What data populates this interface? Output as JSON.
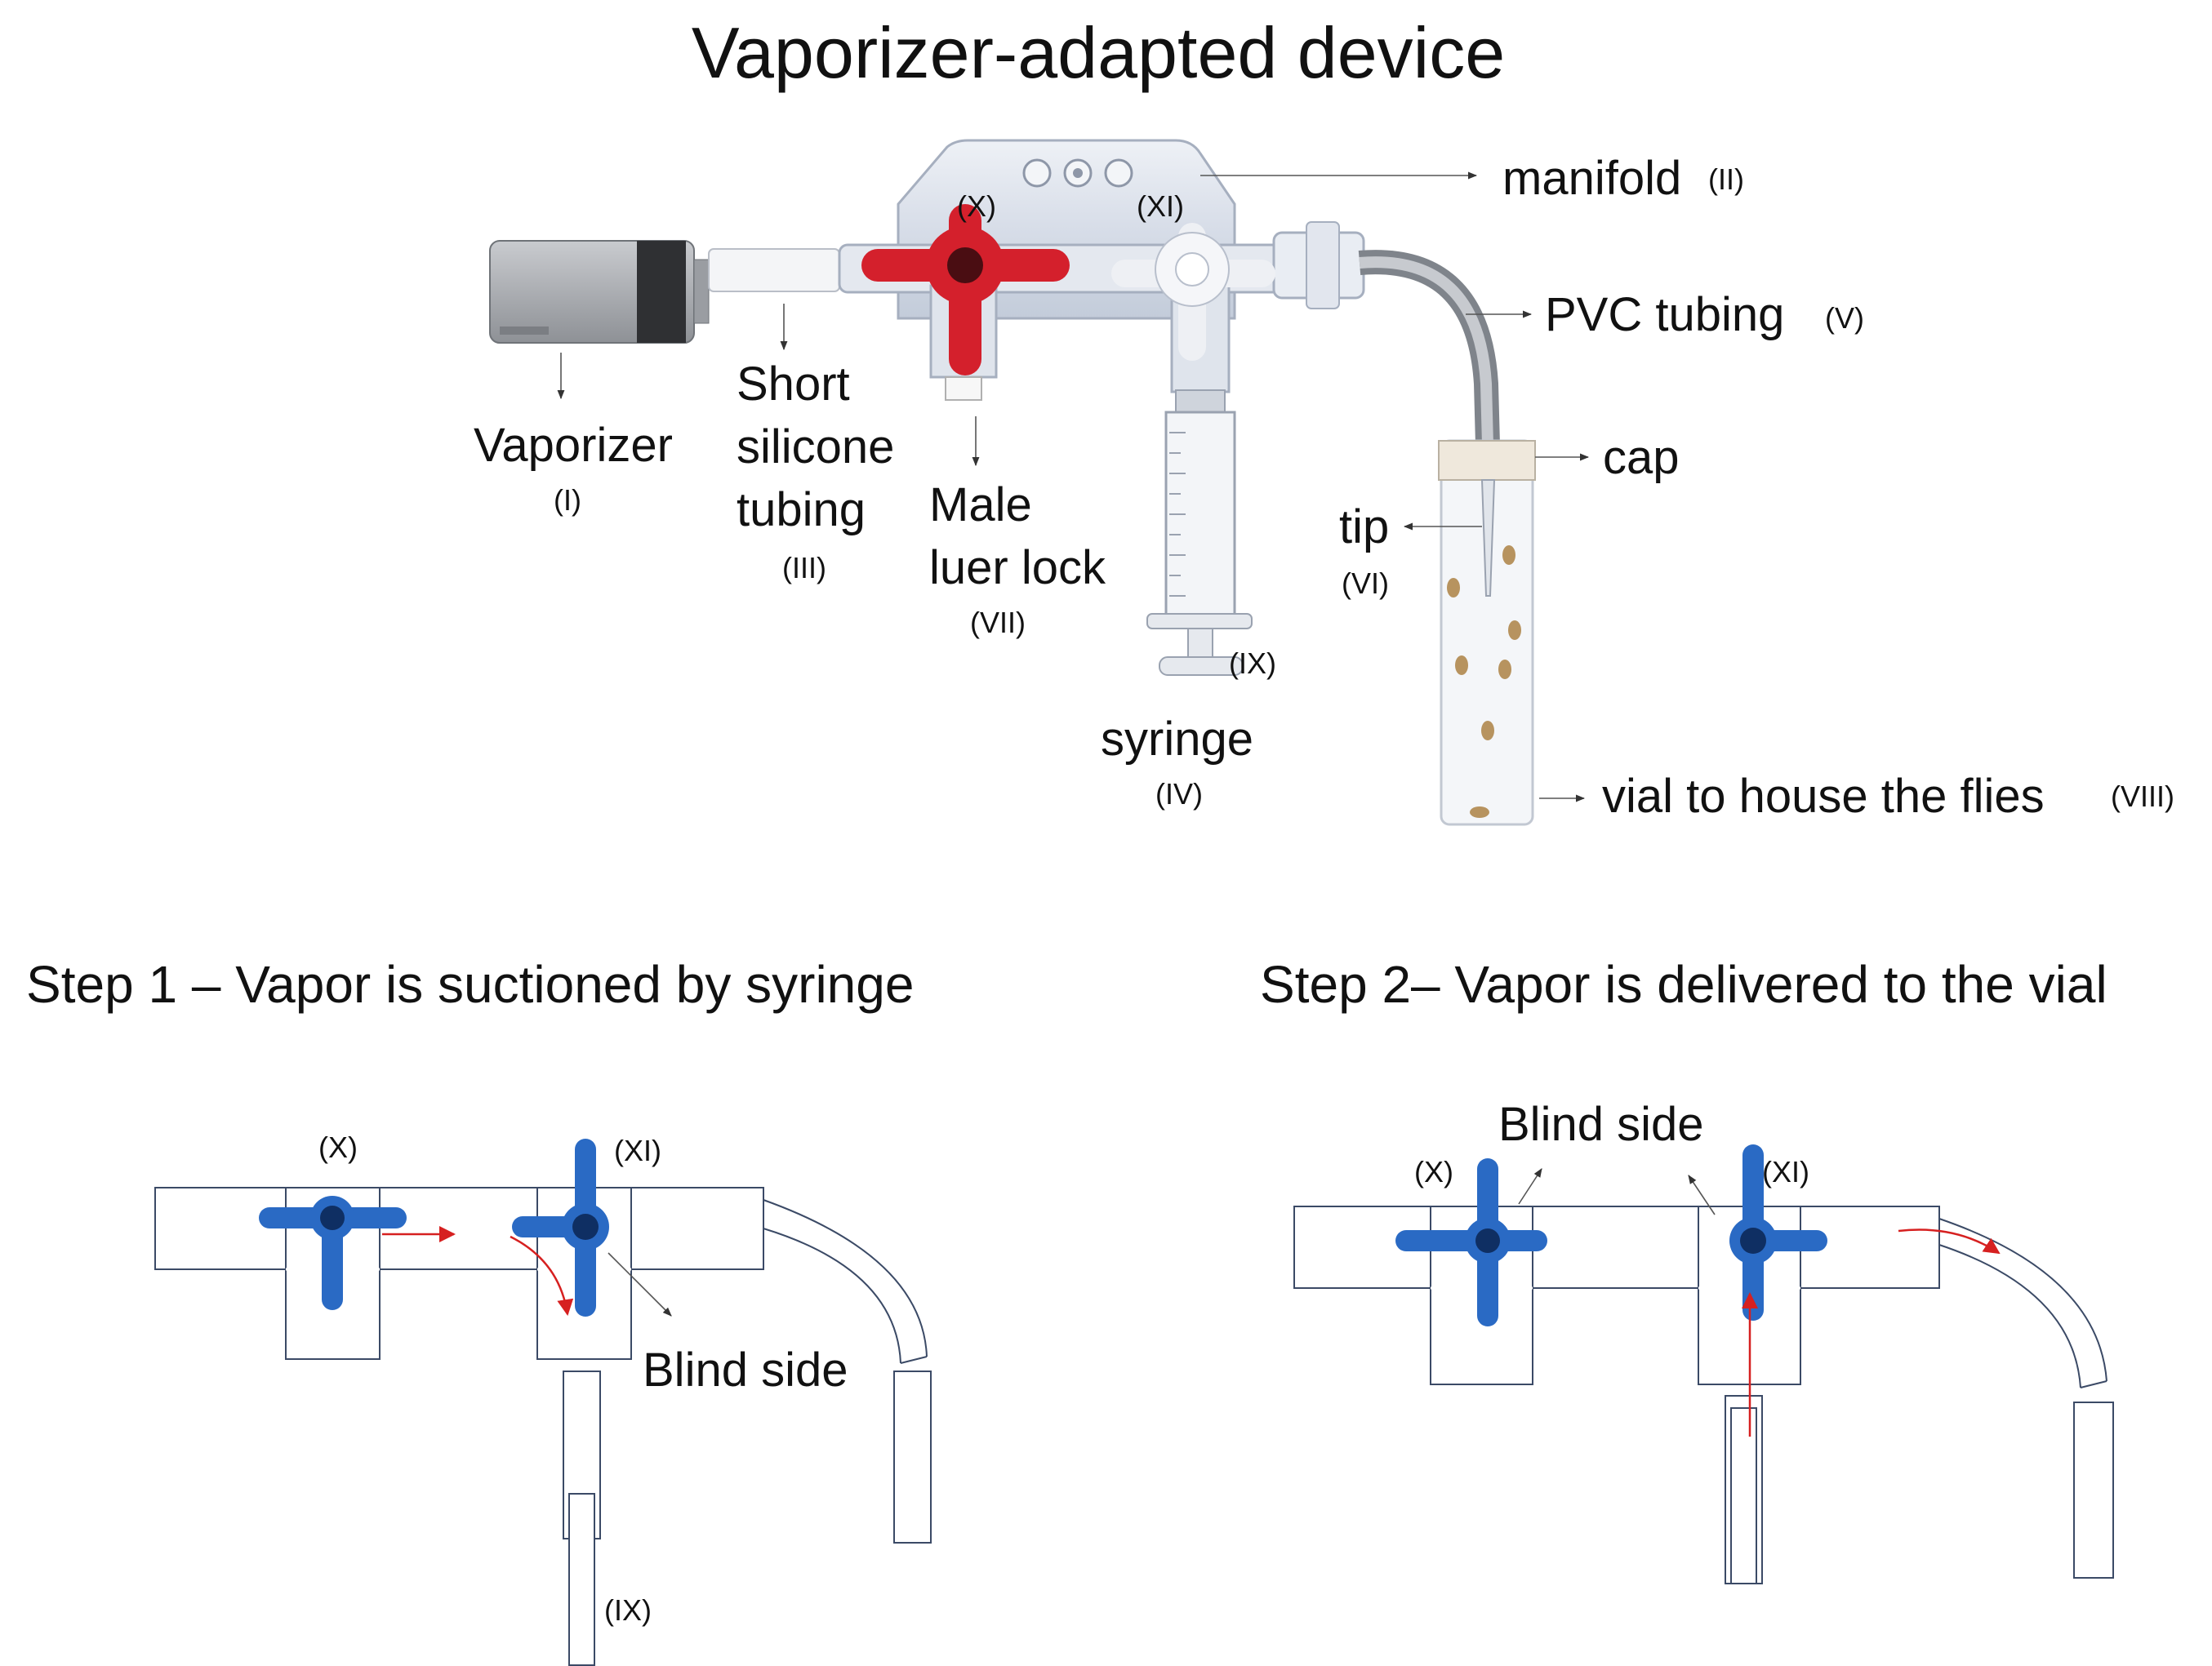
{
  "title": "Vaporizer-adapted device",
  "labels": {
    "manifold": "manifold",
    "manifold_num": "(II)",
    "pvc": "PVC tubing",
    "pvc_num": "(V)",
    "cap": "cap",
    "tip": "tip",
    "tip_num": "(VI)",
    "vial": "vial to house the flies",
    "vial_num": "(VIII)",
    "vaporizer": "Vaporizer",
    "vaporizer_num": "(I)",
    "silicone_1": "Short",
    "silicone_2": "silicone",
    "silicone_3": "tubing",
    "silicone_num": "(III)",
    "luer_1": "Male",
    "luer_2": "luer lock",
    "luer_num": "(VII)",
    "syringe": "syringe",
    "syringe_num": "(IV)",
    "plunger_num": "(IX)",
    "valve_x": "(X)",
    "valve_xi": "(XI)"
  },
  "step1": {
    "title": "Step 1 – Vapor is suctioned by syringe",
    "valve_x": "(X)",
    "valve_xi": "(XI)",
    "blind_side": "Blind side",
    "syringe_num": "(IX)"
  },
  "step2": {
    "title": "Step 2– Vapor is delivered to the vial",
    "valve_x": "(X)",
    "valve_xi": "(XI)",
    "blind_side": "Blind side"
  },
  "colors": {
    "stopcock_red": "#d4202c",
    "stopcock_blue": "#2a6ac4",
    "flow_arrow": "#d62020",
    "outline": "#3b4a66"
  }
}
